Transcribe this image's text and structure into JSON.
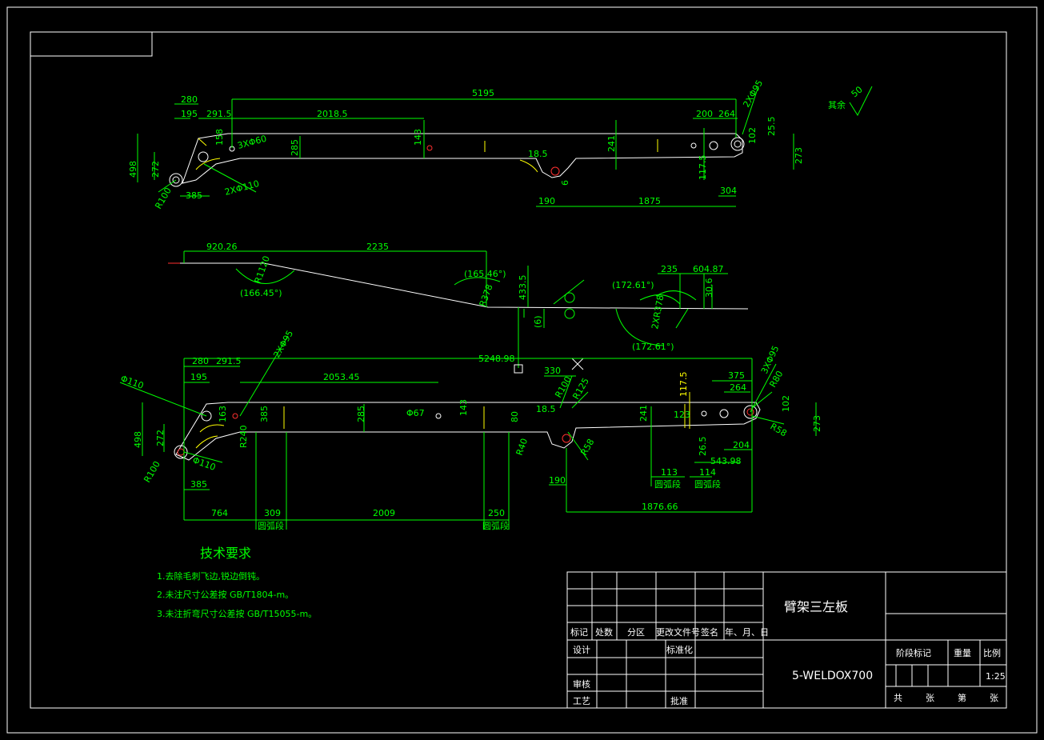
{
  "tech_requirements": {
    "title": "技术要求",
    "items": [
      "1.去除毛刺飞边,锐边倒钝。",
      "2.未注尺寸公差按 GB/T1804-m。",
      "3.未注折弯尺寸公差按 GB/T15055-m。"
    ]
  },
  "roughness_note": {
    "label": "其余",
    "value": "50"
  },
  "title_block": {
    "part_name": "臂架三左板",
    "material": "5-WELDOX700",
    "scale": "1:25",
    "headers": [
      "标记",
      "处数",
      "分区",
      "更改文件号",
      "签名",
      "年、月、日"
    ],
    "design": "设计",
    "standardize": "标准化",
    "review": "审核",
    "craft": "工艺",
    "approve": "批准",
    "stage_mark": "阶段标记",
    "weight": "重量",
    "scale_label": "比例",
    "total": "共",
    "sheets": "张",
    "number": "第",
    "sheet": "张"
  },
  "view1": {
    "dims": [
      "280",
      "195",
      "291.5",
      "2018.5",
      "5195",
      "200",
      "264",
      "2XΦ95",
      "25.5",
      "273",
      "498",
      "272",
      "R100",
      "385",
      "2XΦ110",
      "3XΦ60",
      "158",
      "285",
      "143",
      "18.5",
      "241",
      "117.5",
      "102",
      "190",
      "6",
      "1875",
      "304"
    ]
  },
  "view2": {
    "dims": [
      "920.26",
      "2235",
      "(166.45°)",
      "R1120",
      "(165.46°)",
      "433.5",
      "(6)",
      "(172.61°)",
      "235",
      "604.87",
      "30.6",
      "2XR378",
      "(172.61°)",
      "R378"
    ]
  },
  "view3": {
    "dims": [
      "280",
      "291.5",
      "2XΦ95",
      "5248.98",
      "Φ110",
      "195",
      "2053.45",
      "330",
      "375",
      "3XΦ95",
      "R80",
      "264",
      "117.5",
      "R100",
      "R125",
      "498",
      "272",
      "163",
      "385",
      "Φ67",
      "143",
      "80",
      "18.5",
      "241",
      "123",
      "R40",
      "R58",
      "102",
      "273",
      "Φ110",
      "285",
      "R100",
      "385",
      "R240",
      "R58",
      "190",
      "113",
      "114",
      "204",
      "543.98",
      "26.5",
      "764",
      "309",
      "2009",
      "250",
      "1876.66"
    ],
    "arc_labels": [
      "圆弧段",
      "圆弧段",
      "圆弧段",
      "圆弧段"
    ]
  }
}
